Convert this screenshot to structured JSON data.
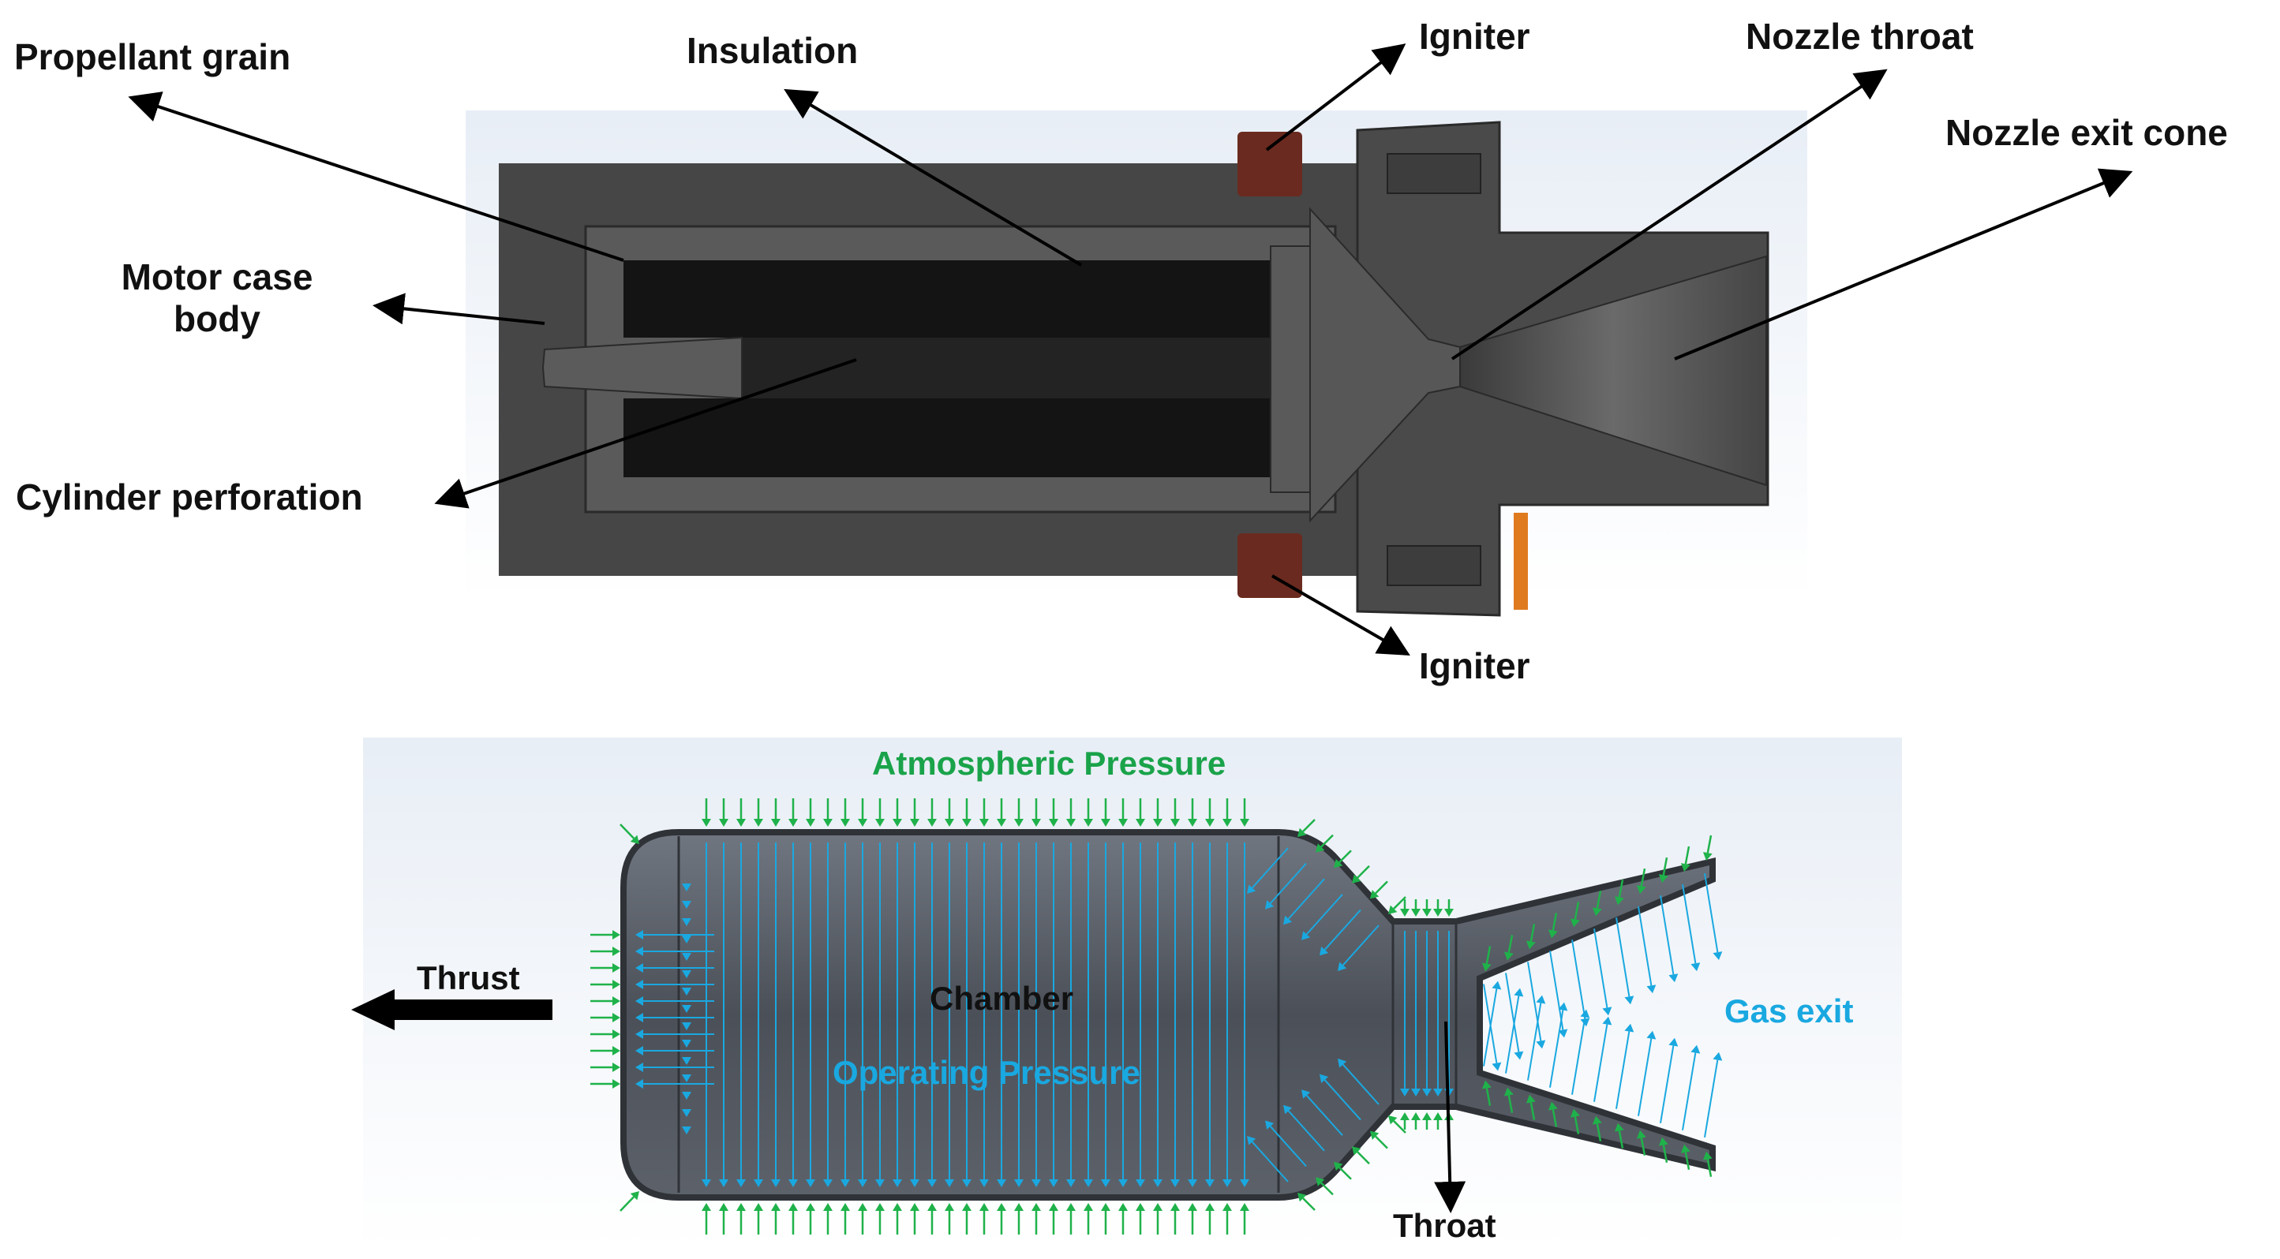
{
  "top_diagram": {
    "labels": {
      "propellant_grain": "Propellant grain",
      "insulation": "Insulation",
      "igniter_top": "Igniter",
      "nozzle_throat": "Nozzle throat",
      "nozzle_exit_cone": "Nozzle exit cone",
      "motor_case_body_line1": "Motor case",
      "motor_case_body_line2": "body",
      "cylinder_perforation": "Cylinder perforation",
      "igniter_bottom": "Igniter"
    },
    "colors": {
      "case": "#464646",
      "liner": "#5a5a5a",
      "grain": "#141414",
      "igniter": "#6b2a1f",
      "nozzle": "#4a4a4a",
      "accent": "#e07a1f"
    }
  },
  "bottom_diagram": {
    "labels": {
      "atmospheric_pressure": "Atmospheric Pressure",
      "thrust": "Thrust",
      "chamber": "Chamber",
      "operating_pressure": "Operating Pressure",
      "gas_exit": "Gas exit",
      "throat": "Throat"
    },
    "colors": {
      "atmospheric_arrows": "#1fb24a",
      "operating_arrows": "#1aa8e0",
      "body": "#555a61"
    }
  }
}
